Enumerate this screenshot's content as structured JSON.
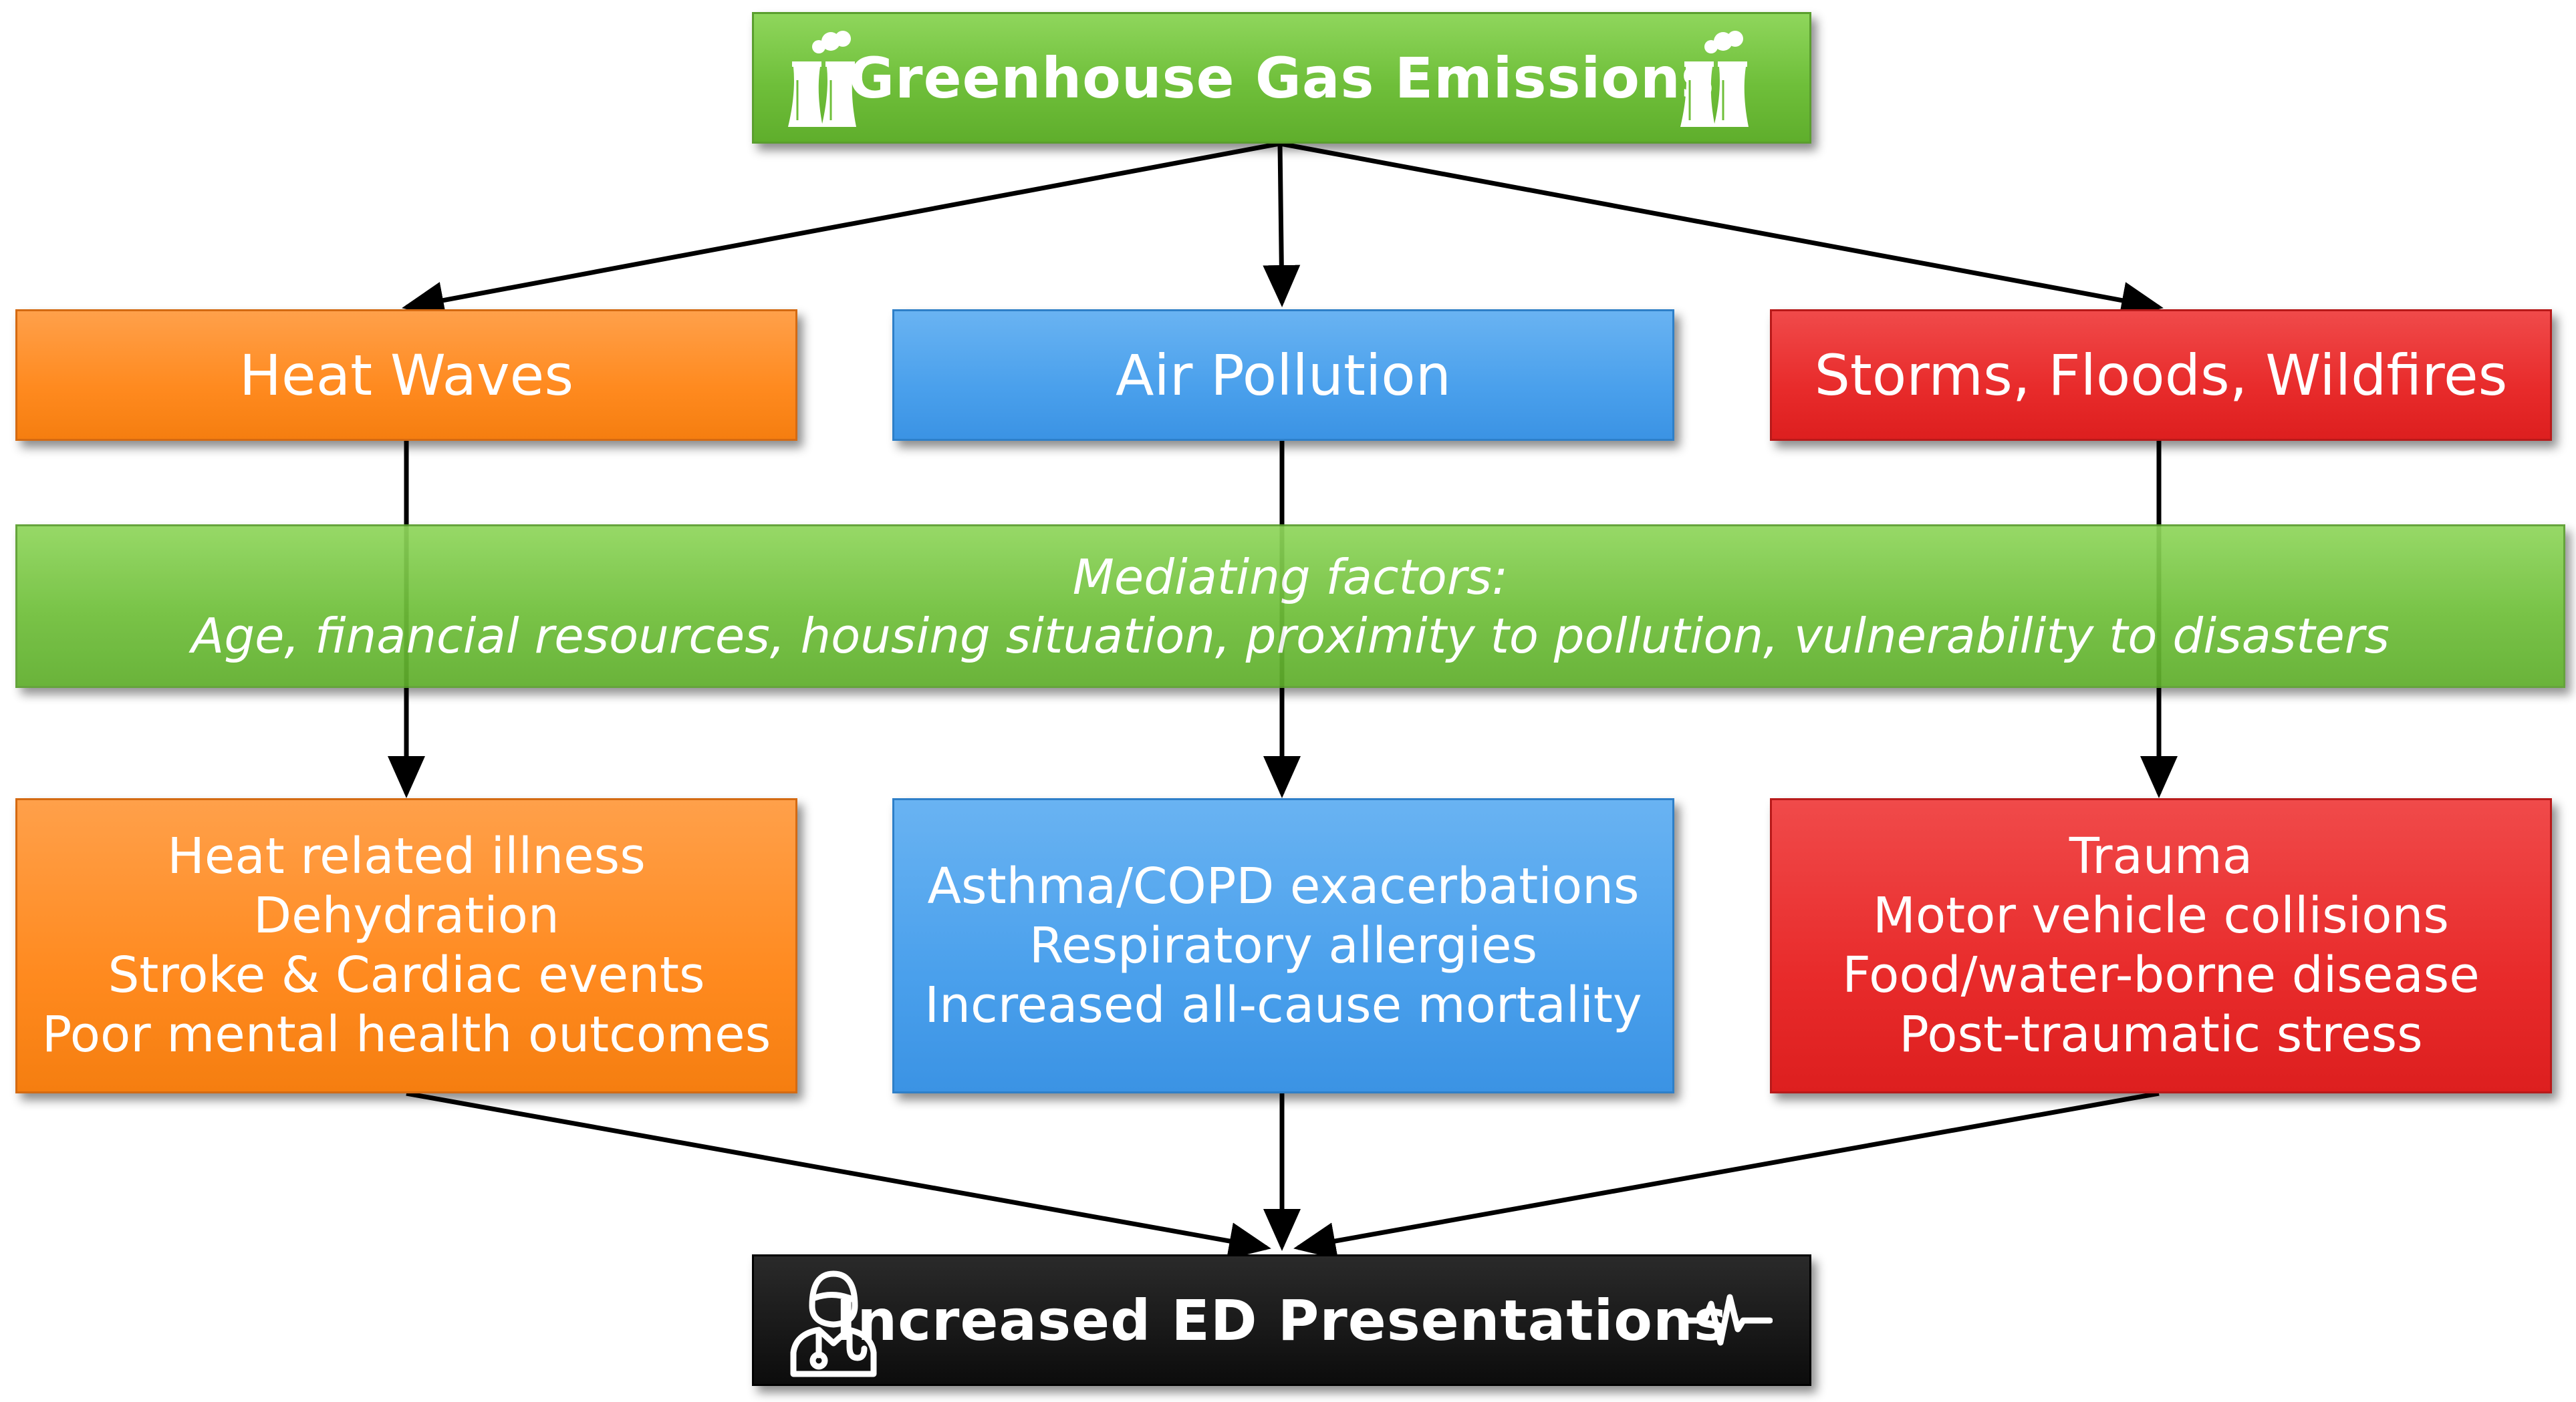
{
  "top": {
    "label": "Greenhouse Gas Emissions",
    "left_icon": "power-plant-icon",
    "right_icon": "power-plant-icon"
  },
  "categories": [
    {
      "label": "Heat Waves",
      "color": "#ff8a1f"
    },
    {
      "label": "Air Pollution",
      "color": "#4aa0ec"
    },
    {
      "label": "Storms, Floods, Wildfires",
      "color": "#e82b2b"
    }
  ],
  "mediating": {
    "heading": "Mediating factors:",
    "text": "Age, financial resources, housing situation, proximity to pollution, vulnerability to disasters",
    "color": "#6fbf3a"
  },
  "outcomes": [
    {
      "lines": [
        "Heat related illness",
        "Dehydration",
        "Stroke & Cardiac events",
        "Poor mental health outcomes"
      ]
    },
    {
      "lines": [
        "Asthma/COPD exacerbations",
        "Respiratory allergies",
        "Increased all-cause mortality"
      ]
    },
    {
      "lines": [
        "Trauma",
        "Motor vehicle collisions",
        "Food/water-borne disease",
        "Post-traumatic stress"
      ]
    }
  ],
  "bottom": {
    "label": "Increased ED Presentations",
    "left_icon": "doctor-icon",
    "right_icon": "heartbeat-icon"
  }
}
